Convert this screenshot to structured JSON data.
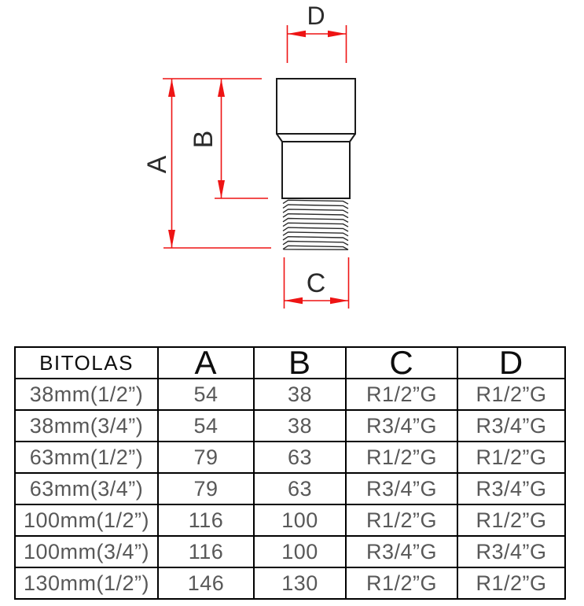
{
  "diagram": {
    "labels": {
      "a": "A",
      "b": "B",
      "c": "C",
      "d": "D"
    },
    "colors": {
      "dimension": "#ee1414",
      "outline": "#1a1a1a"
    }
  },
  "table": {
    "headers": [
      "BITOLAS",
      "A",
      "B",
      "C",
      "D"
    ],
    "rows": [
      [
        "38mm(1/2”)",
        "54",
        "38",
        "R1/2”G",
        "R1/2”G"
      ],
      [
        "38mm(3/4”)",
        "54",
        "38",
        "R3/4”G",
        "R3/4”G"
      ],
      [
        "63mm(1/2”)",
        "79",
        "63",
        "R1/2”G",
        "R1/2”G"
      ],
      [
        "63mm(3/4”)",
        "79",
        "63",
        "R3/4”G",
        "R3/4”G"
      ],
      [
        "100mm(1/2”)",
        "116",
        "100",
        "R1/2”G",
        "R1/2”G"
      ],
      [
        "100mm(3/4”)",
        "116",
        "100",
        "R3/4”G",
        "R3/4”G"
      ],
      [
        "130mm(1/2”)",
        "146",
        "130",
        "R1/2”G",
        "R1/2”G"
      ]
    ]
  }
}
